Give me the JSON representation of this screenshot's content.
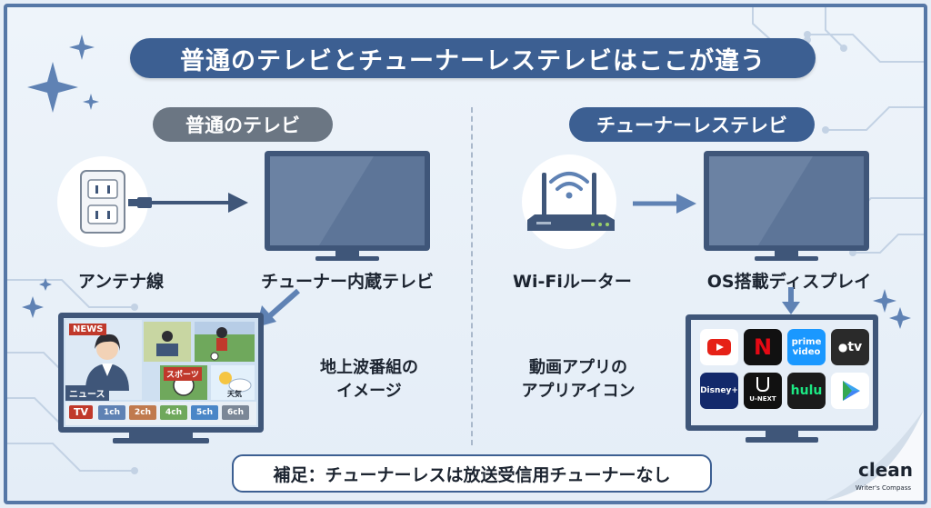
{
  "title": "普通のテレビとチューナーレステレビはここが違う",
  "left": {
    "heading": "普通のテレビ",
    "antenna_label": "アンテナ線",
    "tv_label": "チューナー内蔵テレビ",
    "caption_line1": "地上波番組の",
    "caption_line2": "イメージ",
    "broadcast_screen": {
      "news_tag": "NEWS",
      "news_caption": "ニュース",
      "sports_caption": "スポーツ",
      "weather_caption": "天気",
      "tv_badge": "TV",
      "channels": [
        "1ch",
        "2ch",
        "4ch",
        "5ch",
        "6ch"
      ]
    }
  },
  "right": {
    "heading": "チューナーレステレビ",
    "router_label": "Wi-Fiルーター",
    "display_label": "OS搭載ディスプレイ",
    "caption_line1": "動画アプリの",
    "caption_line2": "アプリアイコン",
    "apps": [
      {
        "name": "youtube-app-icon",
        "text": ""
      },
      {
        "name": "netflix-app-icon",
        "text": "N"
      },
      {
        "name": "prime-video-app-icon",
        "text": "prime video"
      },
      {
        "name": "apple-tv-app-icon",
        "text": "tv"
      },
      {
        "name": "disney-plus-app-icon",
        "text": "Disney+"
      },
      {
        "name": "u-next-app-icon",
        "text": "U-NEXT"
      },
      {
        "name": "hulu-app-icon",
        "text": "hulu"
      },
      {
        "name": "play-app-icon",
        "text": ""
      }
    ]
  },
  "note": "補足：チューナーレスは放送受信用チューナーなし",
  "brand": {
    "name": "clean",
    "tagline": "Writer's Compass"
  },
  "colors": {
    "navy": "#3c5f92",
    "gray": "#6b7683",
    "background": "#e6eef7",
    "tv_body": "#3f5679"
  }
}
